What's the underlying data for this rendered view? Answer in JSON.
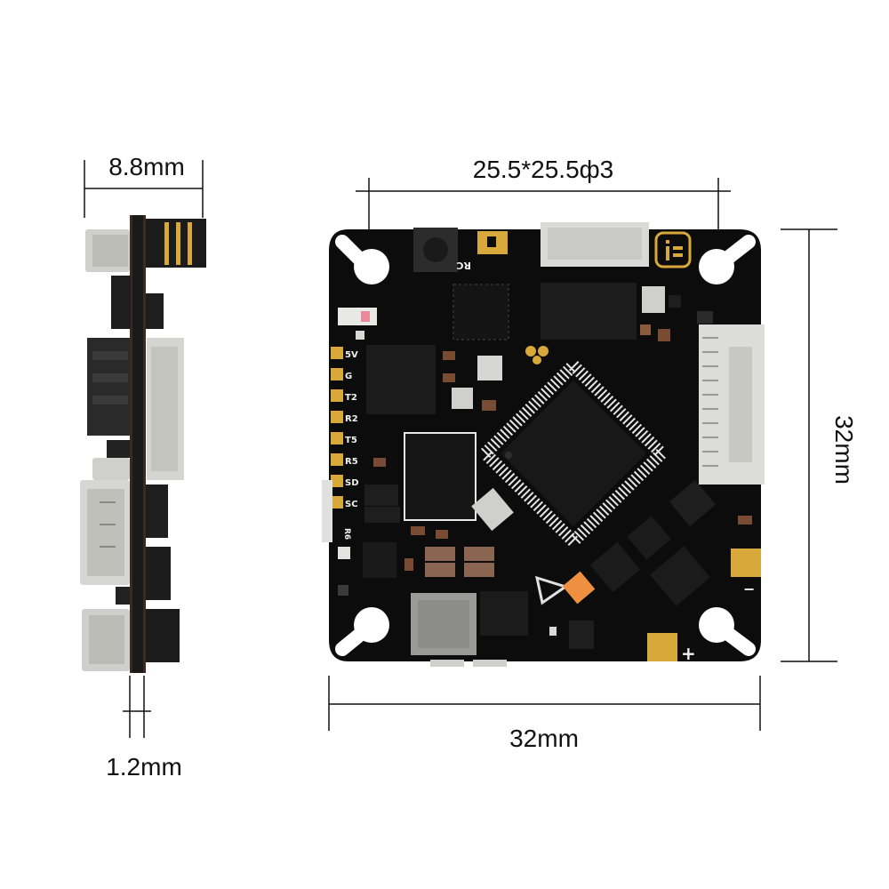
{
  "dimensions": {
    "side_thickness": "8.8mm",
    "pcb_thickness": "1.2mm",
    "mounting_pattern": "25.5*25.5ф3",
    "board_height": "32mm",
    "board_width": "32mm"
  },
  "board": {
    "pad_labels": [
      "5V",
      "G",
      "T2",
      "R2",
      "T5",
      "R5",
      "SD",
      "SC"
    ],
    "rc_label": "RC",
    "bottom_pad_label": "R6",
    "polarity_minus": "−",
    "polarity_plus": "+",
    "logo_icon": "ie-logo-icon"
  },
  "colors": {
    "pcb": "#0c0c0c",
    "gold": "#d8a93a",
    "connector": "#d9d9d6",
    "dimension_line": "#111111"
  }
}
